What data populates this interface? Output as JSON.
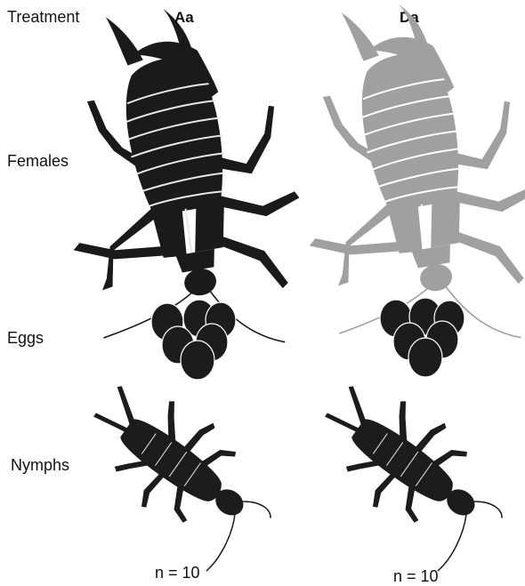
{
  "labels": {
    "treatment": "Treatment",
    "females": "Females",
    "eggs": "Eggs",
    "nymphs": "Nymphs"
  },
  "columns": [
    {
      "header": "Aa",
      "n_label": "n = 10",
      "female_color": "#1a1a1a",
      "female_stripe": "#e8e8e8"
    },
    {
      "header": "Da",
      "n_label": "n = 10",
      "female_color": "#a0a0a0",
      "female_stripe": "#ffffff"
    }
  ],
  "colors": {
    "egg": "#1c1c1c",
    "nymph": "#1c1c1c",
    "line": "#ffffff"
  }
}
